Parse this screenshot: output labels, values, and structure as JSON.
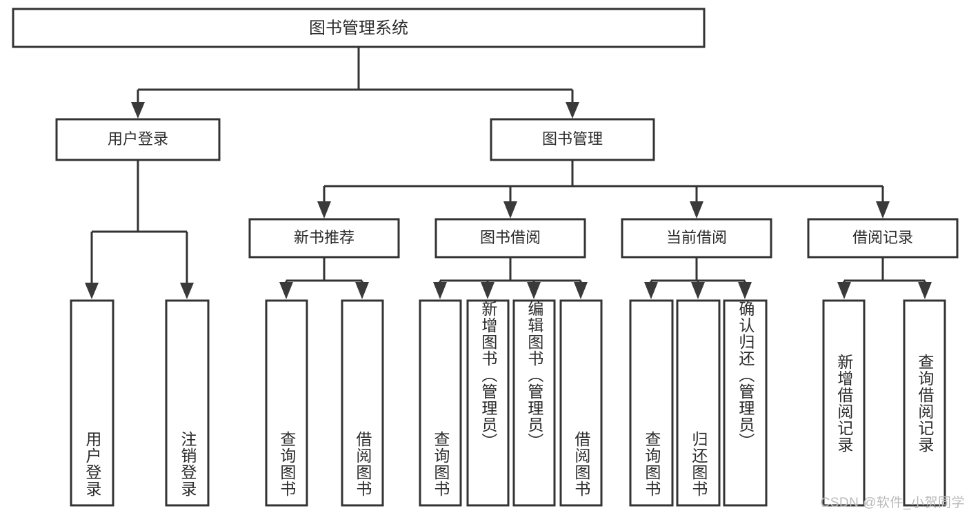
{
  "diagram": {
    "type": "hierarchy-tree",
    "title_node": {
      "label": "图书管理系统"
    },
    "level2": [
      {
        "id": "user-login",
        "label": "用户登录"
      },
      {
        "id": "book-management",
        "label": "图书管理"
      }
    ],
    "level3": [
      {
        "id": "new-book-recommend",
        "label": "新书推荐",
        "parent": "book-management"
      },
      {
        "id": "book-borrow",
        "label": "图书借阅",
        "parent": "book-management"
      },
      {
        "id": "current-borrow",
        "label": "当前借阅",
        "parent": "book-management"
      },
      {
        "id": "borrow-record",
        "label": "借阅记录",
        "parent": "book-management"
      }
    ],
    "leaves": [
      {
        "id": "leaf-user-login",
        "label": "用户登录",
        "parent": "user-login"
      },
      {
        "id": "leaf-logout",
        "label": "注销登录",
        "parent": "user-login"
      },
      {
        "id": "leaf-query-book-1",
        "label": "查询图书",
        "parent": "new-book-recommend"
      },
      {
        "id": "leaf-borrow-book-1",
        "label": "借阅图书",
        "parent": "new-book-recommend"
      },
      {
        "id": "leaf-query-book-2",
        "label": "查询图书",
        "parent": "book-borrow"
      },
      {
        "id": "leaf-add-book",
        "label": "新增图书（管理员）",
        "parent": "book-borrow"
      },
      {
        "id": "leaf-edit-book",
        "label": "编辑图书（管理员）",
        "parent": "book-borrow"
      },
      {
        "id": "leaf-borrow-book-2",
        "label": "借阅图书",
        "parent": "book-borrow"
      },
      {
        "id": "leaf-query-book-3",
        "label": "查询图书",
        "parent": "current-borrow"
      },
      {
        "id": "leaf-return-book",
        "label": "归还图书",
        "parent": "current-borrow"
      },
      {
        "id": "leaf-confirm-return",
        "label": "确认归还（管理员）",
        "parent": "current-borrow"
      },
      {
        "id": "leaf-add-record",
        "label": "新增借阅记录",
        "parent": "borrow-record"
      },
      {
        "id": "leaf-query-record",
        "label": "查询借阅记录",
        "parent": "borrow-record"
      }
    ],
    "colors": {
      "box_stroke": "#333333",
      "box_fill": "#ffffff",
      "text": "#2b2b2b",
      "connector": "#333333",
      "watermark": "#b9b9b9"
    }
  },
  "watermark": {
    "text": "CSDN @软件_小贺同学"
  }
}
